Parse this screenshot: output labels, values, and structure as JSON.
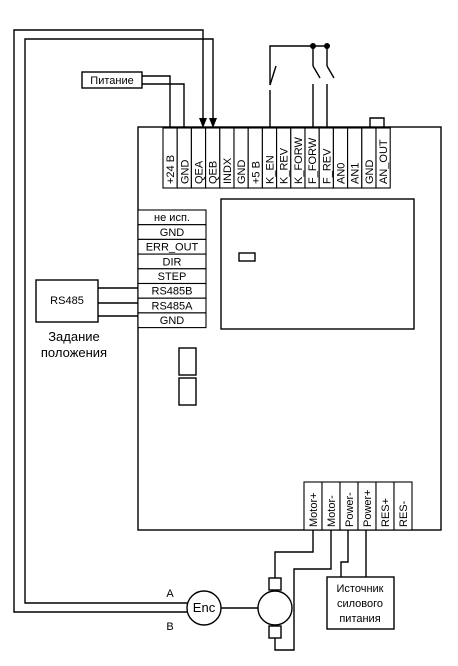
{
  "top_terminals": [
    "+24 B",
    "GND",
    "QEA",
    "QEB",
    "INDX",
    "GND",
    "+5 B",
    "K_EN",
    "K_REV",
    "K_FORW",
    "F_FORW",
    "F_REV",
    "AN0",
    "AN1",
    "GND",
    "AN_OUT"
  ],
  "left_terminals": [
    "не исп.",
    "GND",
    "ERR_OUT",
    "DIR",
    "STEP",
    "RS485B",
    "RS485A",
    "GND"
  ],
  "bottom_terminals": [
    "Motor+",
    "Motor-",
    "Power-",
    "Power+",
    "RES+",
    "RES-"
  ],
  "labels": {
    "power_supply": "Питание",
    "rs485": "RS485",
    "position_setting_line1": "Задание",
    "position_setting_line2": "положения",
    "encoder": "Enc",
    "channel_a": "A",
    "channel_b": "B",
    "power_source_line1": "Источник",
    "power_source_line2": "силового",
    "power_source_line3": "питания"
  }
}
